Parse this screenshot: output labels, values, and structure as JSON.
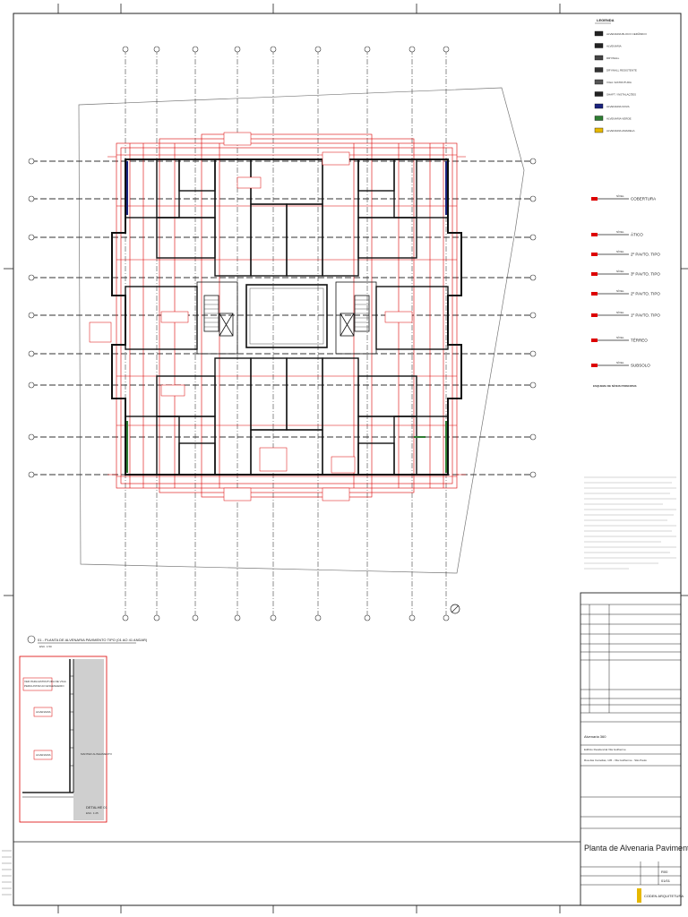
{
  "legend": {
    "title": "LEGENDA",
    "items": [
      {
        "label": "ALVENARIA BLOCO CERÂMICO",
        "color": "#222222"
      },
      {
        "label": "ALVENARIA",
        "color": "#222222"
      },
      {
        "label": "DRYWALL",
        "color": "#444444"
      },
      {
        "label": "DRYWALL RESISTENTE",
        "color": "#333333"
      },
      {
        "label": "VIGA / ESTRUTURA",
        "color": "#555555"
      },
      {
        "label": "SHAFT / INSTALAÇÕES",
        "color": "#222222"
      },
      {
        "label": "ALVENARIA NOVA",
        "color": "#1a237e"
      },
      {
        "label": "ALVENARIA VERDE",
        "color": "#2e7d32"
      },
      {
        "label": "ALVENARIA AMARELA",
        "color": "#e6b800"
      }
    ]
  },
  "levels": [
    {
      "label": "COBERTURA",
      "tag": "NÍVEL"
    },
    {
      "label": "ÁTICO",
      "tag": "NÍVEL"
    },
    {
      "label": "2º PAVTO. TIPO",
      "tag": "NÍVEL"
    },
    {
      "label": "3º PAVTO. TIPO",
      "tag": "NÍVEL"
    },
    {
      "label": "2º PAVTO. TIPO",
      "tag": "NÍVEL"
    },
    {
      "label": "1º PAVTO. TIPO",
      "tag": "NÍVEL"
    },
    {
      "label": "TÉRREO",
      "tag": "NÍVEL"
    },
    {
      "label": "SUBSOLO",
      "tag": "NÍVEL"
    }
  ],
  "levels_note": "ESQUEMA DE NÍVEIS PRINCIPAIS",
  "plan_title": "01 - PLANTA DE ALVENARIA PAVIMENTO TIPO (01 AO 41 ANDAR)",
  "plan_scale": "ESC. 1:50",
  "detail": {
    "callout1": "VER PARA ESTRUTURA DE VIGA",
    "callout1b": "PERGUNTAR AO ENGENHEIRO",
    "callout2": "ALVENARIA",
    "callout3": "ALVENARIA",
    "note": "MANTER ALINHAMENTO",
    "title": "DETALHE 01",
    "scale": "ESC. 1:25"
  },
  "title_block": {
    "client": "Alvenaria 360",
    "project": "Edifício Residencial Vila Guilherme",
    "address": "Rua das Camélias, 145 - Vila Guilherme - São Paulo",
    "drawing_title": "Planta de Alvenaria Pavimento Tipo",
    "revision": "R00",
    "sheet": "01/01",
    "logo": "CODEN ARQUITETURA"
  }
}
